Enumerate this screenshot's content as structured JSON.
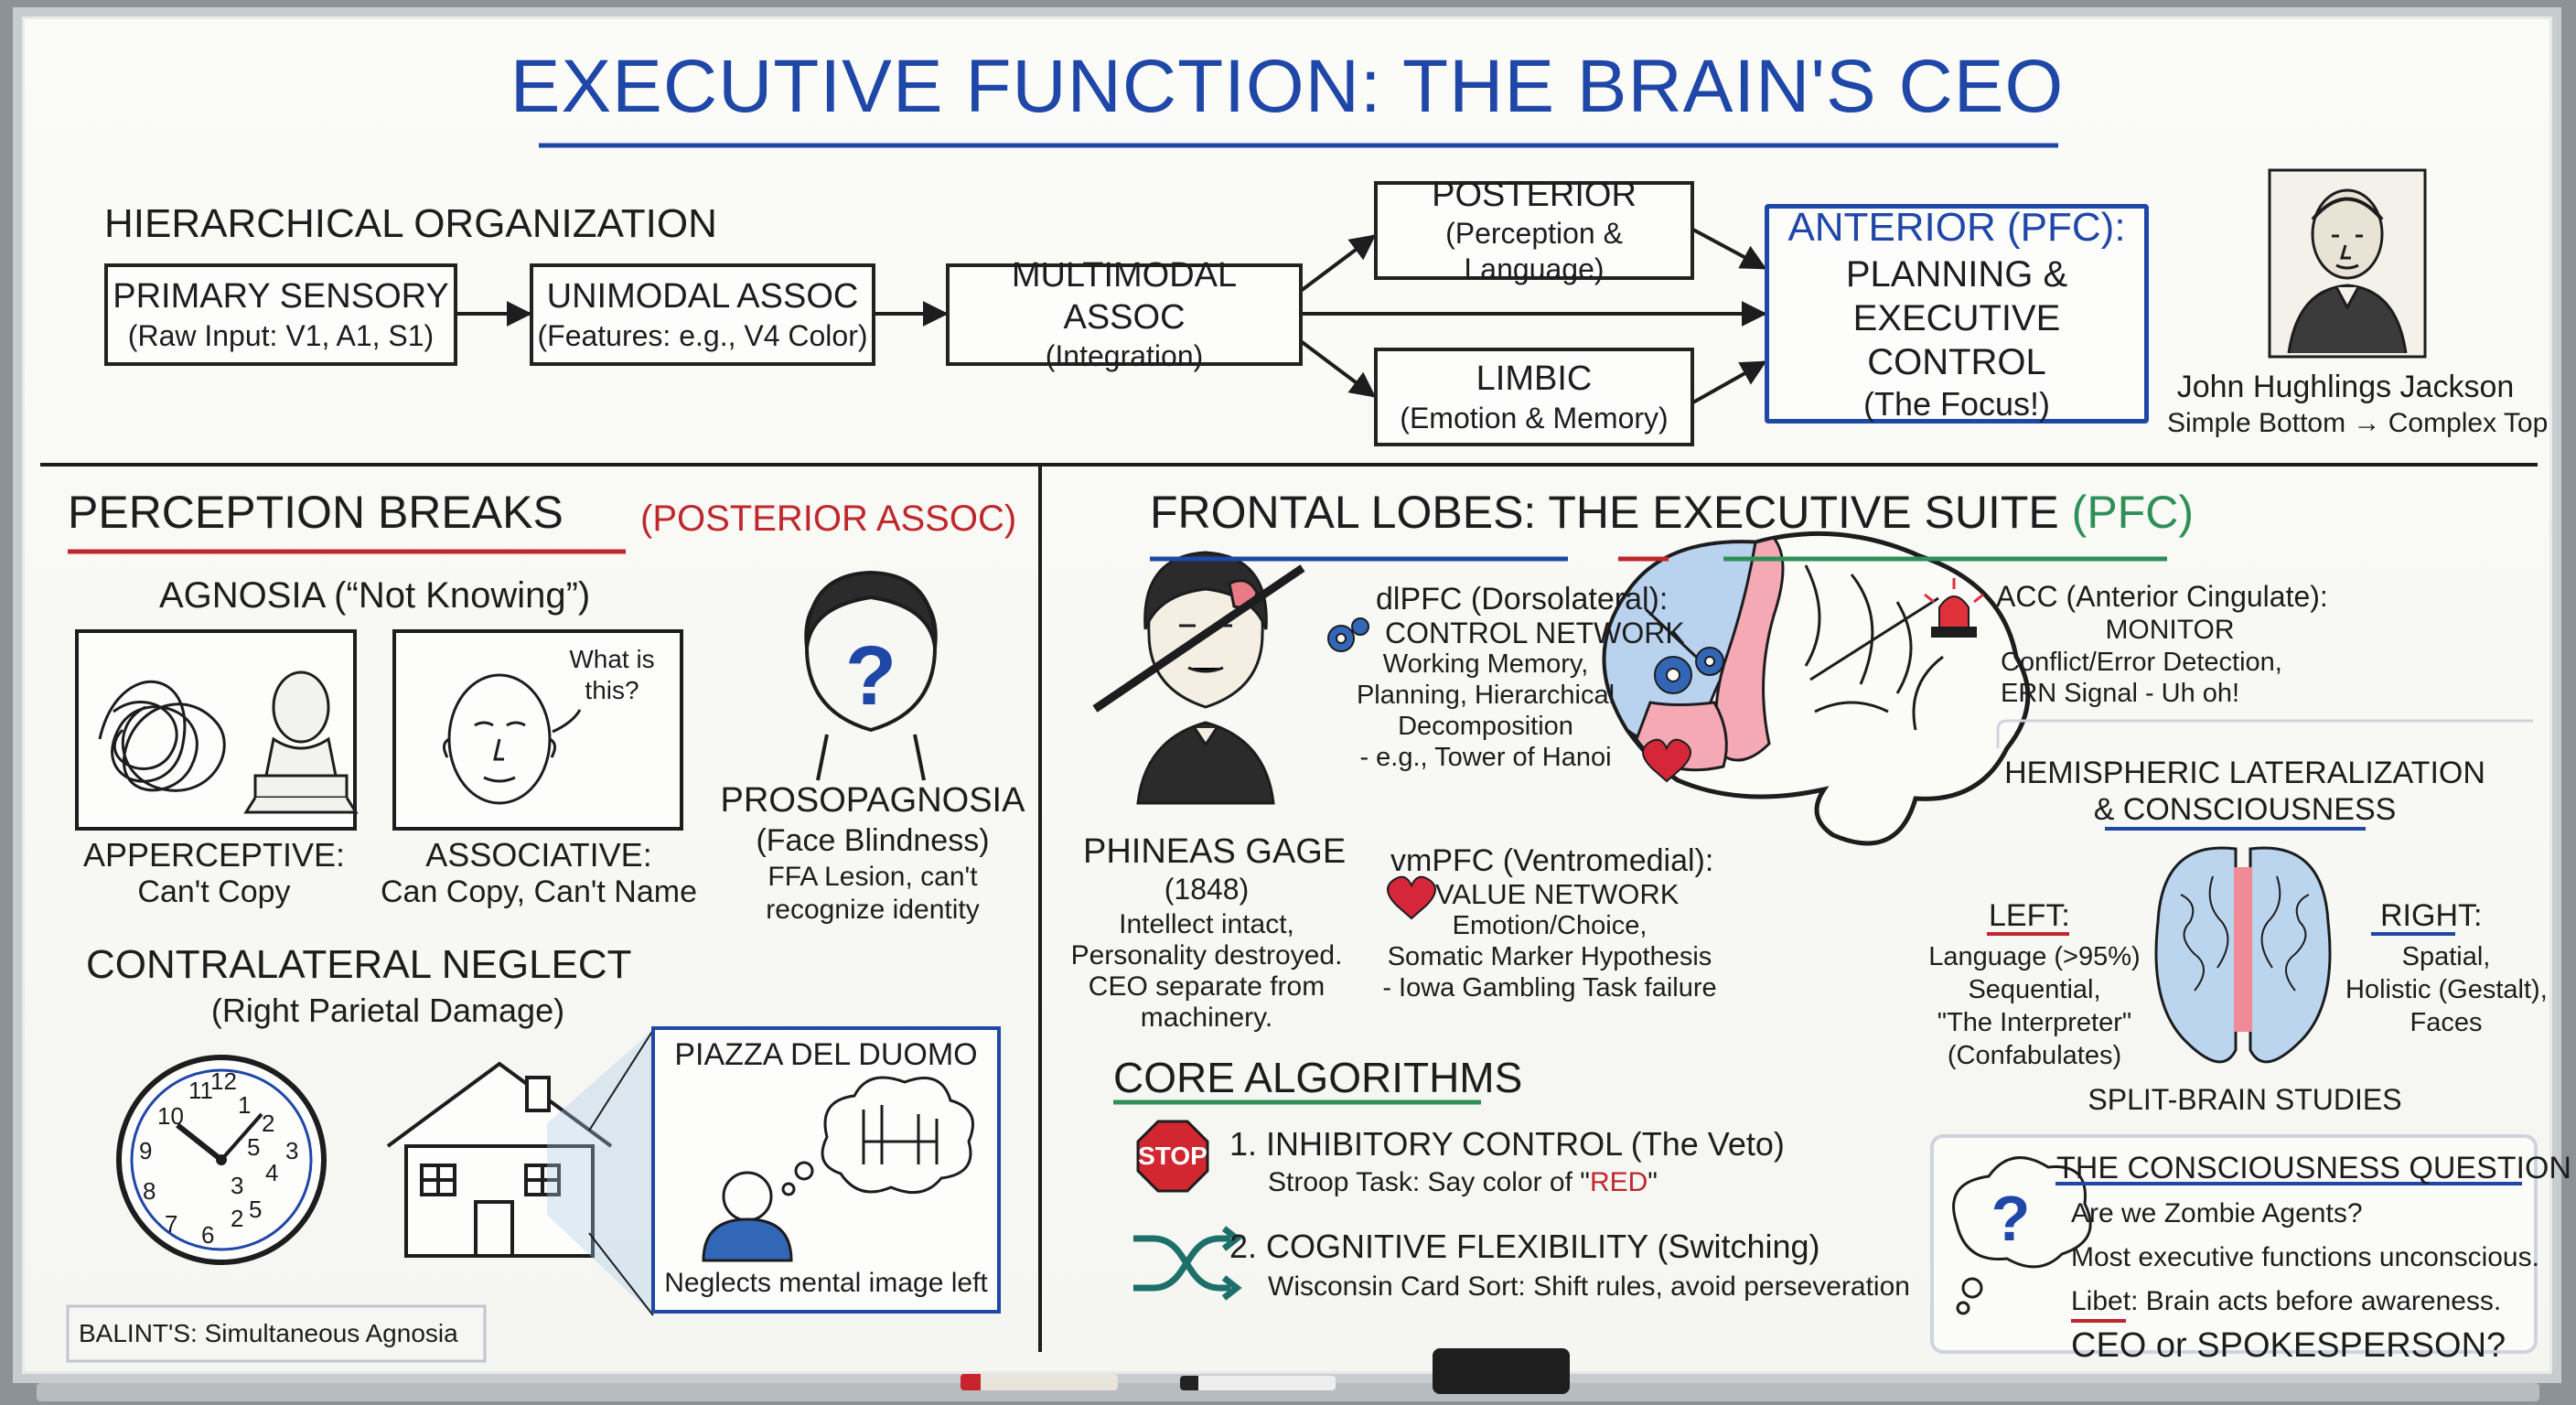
{
  "title": "EXECUTIVE FUNCTION: THE BRAIN'S CEO",
  "hierarchy": {
    "heading": "HIERARCHICAL ORGANIZATION",
    "primary": {
      "label": "PRIMARY SENSORY",
      "sub": "(Raw Input: V1, A1, S1)"
    },
    "unimodal": {
      "label": "UNIMODAL ASSOC",
      "sub": "(Features: e.g., V4 Color)"
    },
    "multimodal": {
      "label": "MULTIMODAL ASSOC",
      "sub": "(Integration)"
    },
    "posterior": {
      "label": "POSTERIOR",
      "sub": "(Perception & Language)"
    },
    "limbic": {
      "label": "LIMBIC",
      "sub": "(Emotion & Memory)"
    },
    "anterior": {
      "label": "ANTERIOR (PFC):",
      "line2": "PLANNING &",
      "line3": "EXECUTIVE CONTROL",
      "line4": "(The Focus!)"
    },
    "portrait_name": "John Hughlings Jackson",
    "portrait_caption": "Simple Bottom → Complex Top"
  },
  "perception": {
    "heading": "PERCEPTION BREAKS",
    "heading_tag": "(POSTERIOR ASSOC)",
    "agnosia_title": "AGNOSIA (“Not Knowing”)",
    "speech_bubble": "What is\nthis?",
    "apperceptive": "APPERCEPTIVE:",
    "apperceptive_desc": "Can't Copy",
    "associative": "ASSOCIATIVE:",
    "associative_desc": "Can Copy, Can't Name",
    "prosopagnosia": "PROSOPAGNOSIA",
    "prosopagnosia_sub": "(Face Blindness)",
    "prosopagnosia_desc1": "FFA Lesion, can't",
    "prosopagnosia_desc2": "recognize identity",
    "neglect_title": "CONTRALATERAL NEGLECT",
    "neglect_sub": "(Right Parietal Damage)",
    "piazza_title": "PIAZZA DEL DUOMO",
    "piazza_caption": "Neglects mental image left",
    "balint": "BALINT'S: Simultaneous Agnosia"
  },
  "frontal": {
    "heading_a": "FRONTAL LOBES:",
    "heading_b": "THE",
    "heading_c": "EXECUTIVE SUITE",
    "heading_d": "(PFC)",
    "gage_name": "PHINEAS GAGE",
    "gage_year": "(1848)",
    "gage_desc": [
      "Intellect intact,",
      "Personality destroyed.",
      "CEO separate from",
      "machinery."
    ],
    "dlpfc_title": "dlPFC (Dorsolateral):",
    "dlpfc_network": "CONTROL NETWORK",
    "dlpfc_desc": [
      "Working Memory,",
      "Planning, Hierarchical",
      "Decomposition",
      "- e.g., Tower of Hanoi"
    ],
    "vmpfc_title": "vmPFC (Ventromedial):",
    "vmpfc_network": "VALUE NETWORK",
    "vmpfc_desc": [
      "Emotion/Choice,",
      "Somatic Marker Hypothesis",
      "- Iowa Gambling Task failure"
    ],
    "acc_title": "ACC (Anterior Cingulate):",
    "acc_role": "MONITOR",
    "acc_desc": [
      "Conflict/Error Detection,",
      "ERN Signal - Uh oh!"
    ],
    "core_heading": "CORE ALGORITHMS",
    "stop_sign": "STOP",
    "algo1": "1. INHIBITORY CONTROL (The Veto)",
    "algo1_desc": "Stroop Task: Say color of \"",
    "algo1_red": "RED",
    "algo1_end": "\"",
    "algo2": "2. COGNITIVE FLEXIBILITY (Switching)",
    "algo2_desc": "Wisconsin Card Sort: Shift rules, avoid perseveration"
  },
  "hemisphere": {
    "heading1": "HEMISPHERIC LATERALIZATION",
    "heading2": "& CONSCIOUSNESS",
    "left": "LEFT:",
    "left_desc": [
      "Language (>95%)",
      "Sequential,",
      "\"The Interpreter\"",
      "(Confabulates)"
    ],
    "right": "RIGHT:",
    "right_desc": [
      "Spatial,",
      "Holistic (Gestalt),",
      "Faces"
    ],
    "split": "SPLIT-BRAIN STUDIES"
  },
  "consciousness": {
    "heading": "THE CONSCIOUSNESS QUESTION",
    "q1": "Are we Zombie Agents?",
    "q2": "Most executive functions unconscious.",
    "q3_label": "Libet",
    "q3": ": Brain acts before awareness.",
    "q4": "CEO or SPOKESPERSON?"
  },
  "colors": {
    "blue": "#1f47a8",
    "red": "#c0272d",
    "green": "#2e8f58",
    "ink": "#1d1d1f"
  }
}
